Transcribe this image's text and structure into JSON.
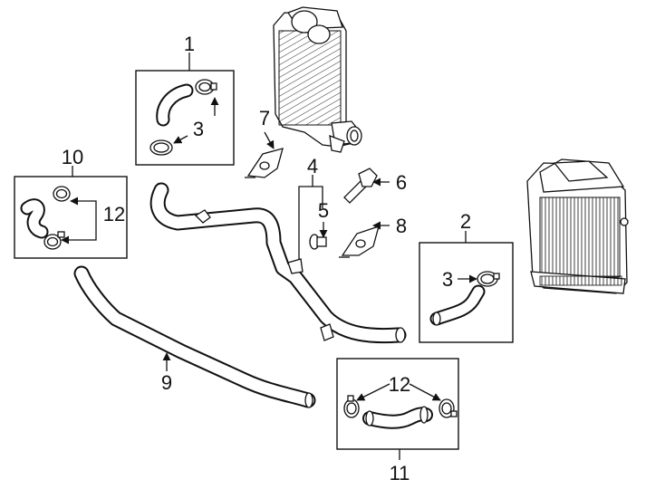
{
  "callouts": {
    "c1": "1",
    "c2": "2",
    "c3a": "3",
    "c3b": "3",
    "c4": "4",
    "c5": "5",
    "c6": "6",
    "c7": "7",
    "c8": "8",
    "c9": "9",
    "c10": "10",
    "c11": "11",
    "c12a": "12",
    "c12b": "12"
  }
}
